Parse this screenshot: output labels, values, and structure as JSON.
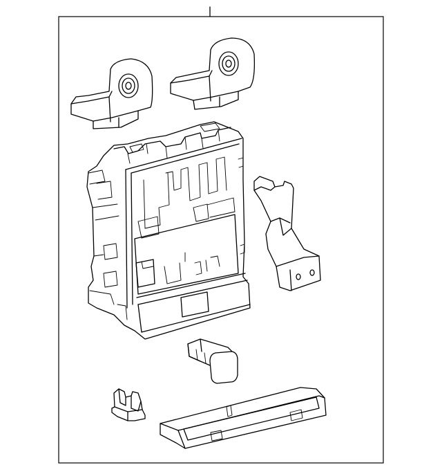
{
  "diagram": {
    "parts": [
      {
        "name": "fuse-box-assembly"
      },
      {
        "name": "mounting-bracket-left"
      },
      {
        "name": "mounting-bracket-right"
      },
      {
        "name": "side-bracket"
      },
      {
        "name": "relay"
      },
      {
        "name": "clip"
      },
      {
        "name": "cover-tray"
      }
    ]
  }
}
